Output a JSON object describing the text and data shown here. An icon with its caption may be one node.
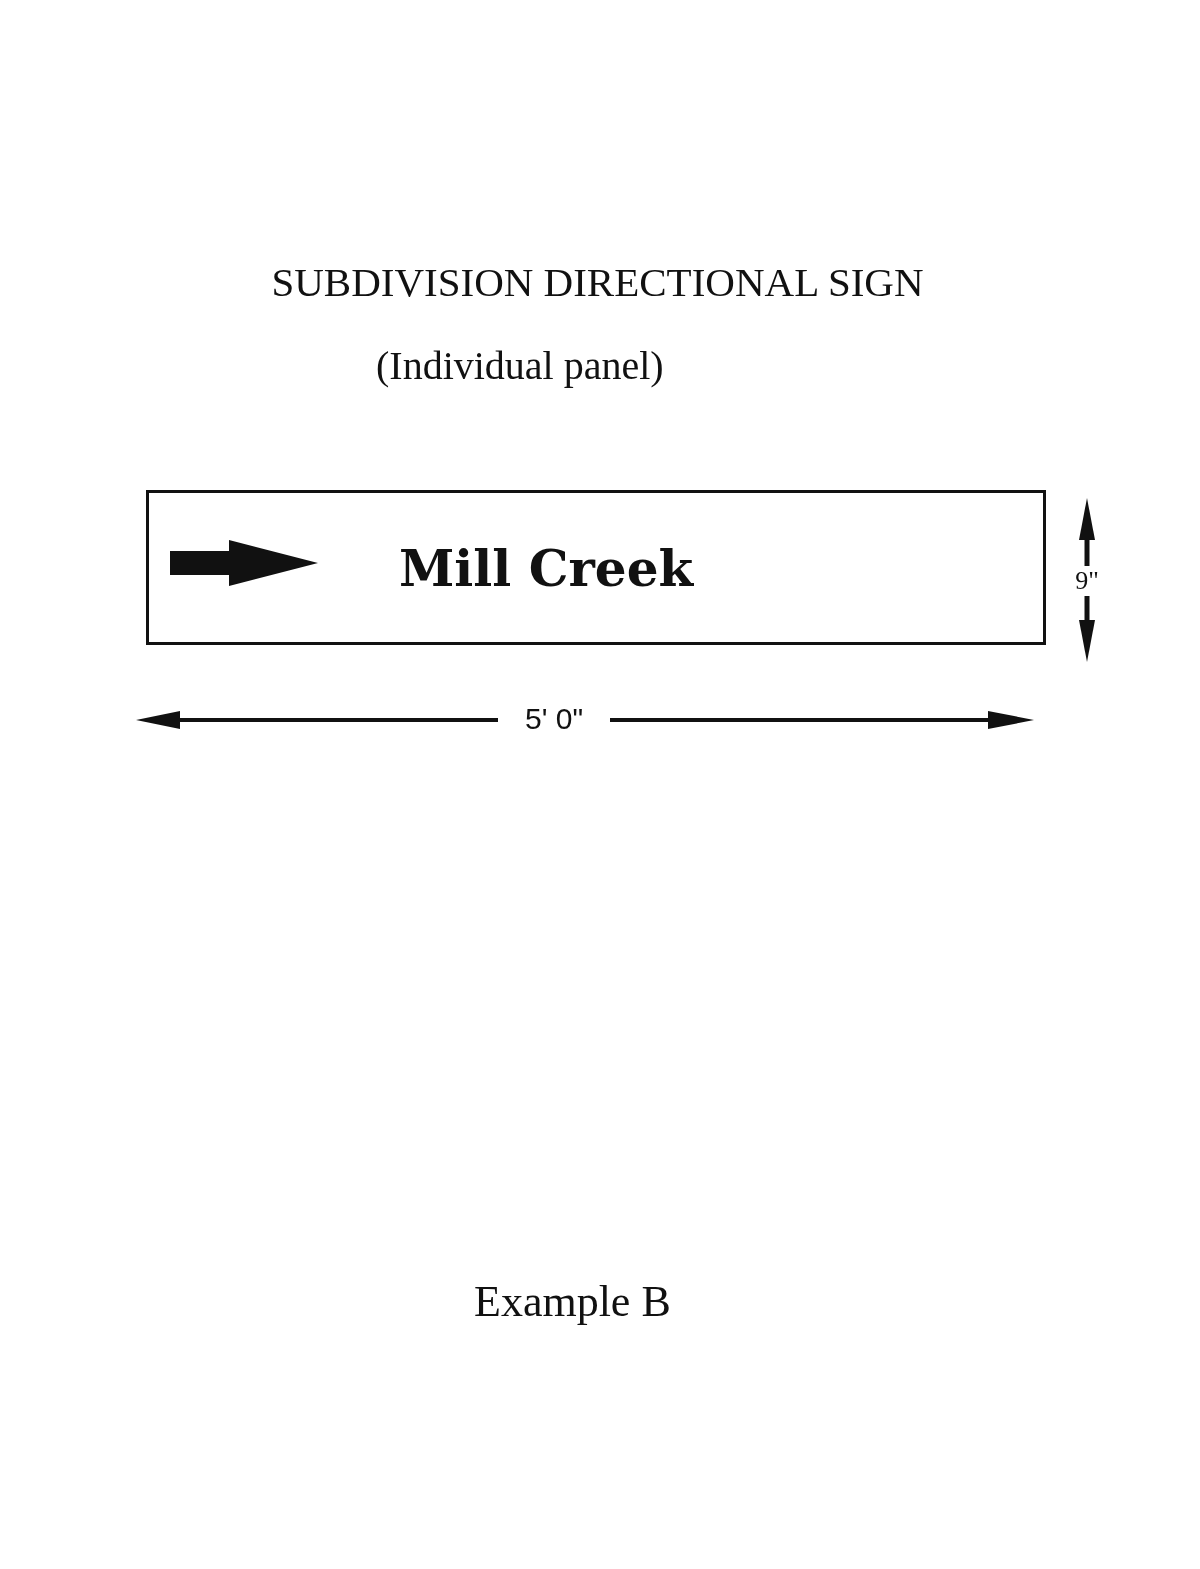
{
  "diagram": {
    "title": "SUBDIVISION DIRECTIONAL SIGN",
    "nodes": [
      {
        "text": [
          "Mill Creek"
        ]
      }
    ],
    "labels": [
      "(Individual panel)",
      "9\"",
      "5' 0\""
    ],
    "caption": "Example B"
  }
}
